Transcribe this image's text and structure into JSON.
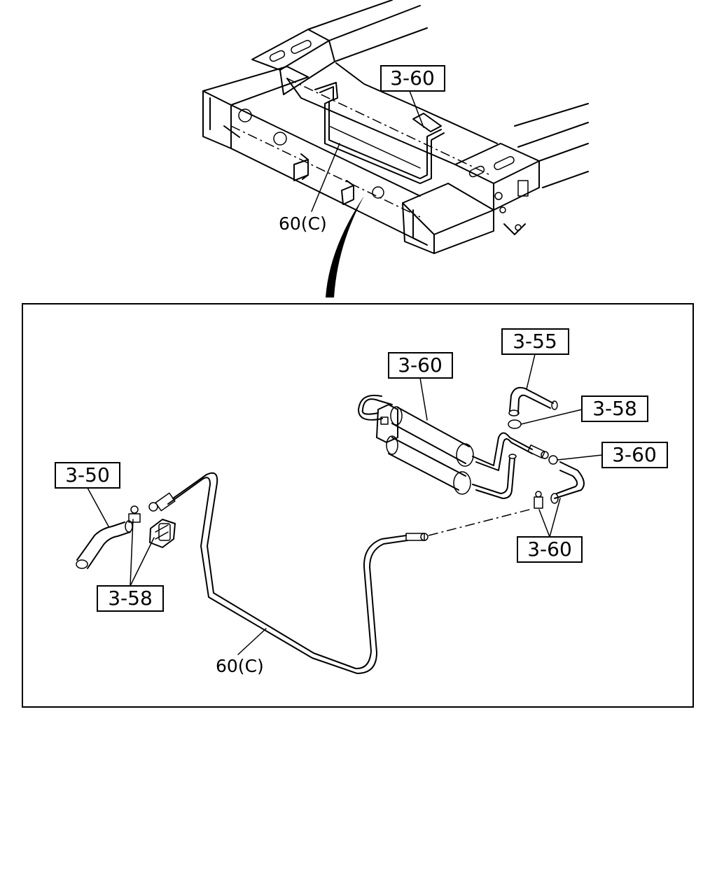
{
  "overview": {
    "callout_cooler": "3-60",
    "callout_pipe": "60(C)"
  },
  "detail": {
    "callout_cooler": "3-60",
    "callout_hose_top": "3-55",
    "callout_clamp_top": "3-58",
    "callout_connector_right": "3-60",
    "callout_hose_left": "3-50",
    "callout_clamps_left": "3-58",
    "callout_connectors_lower": "3-60",
    "callout_pipe": "60(C)"
  }
}
